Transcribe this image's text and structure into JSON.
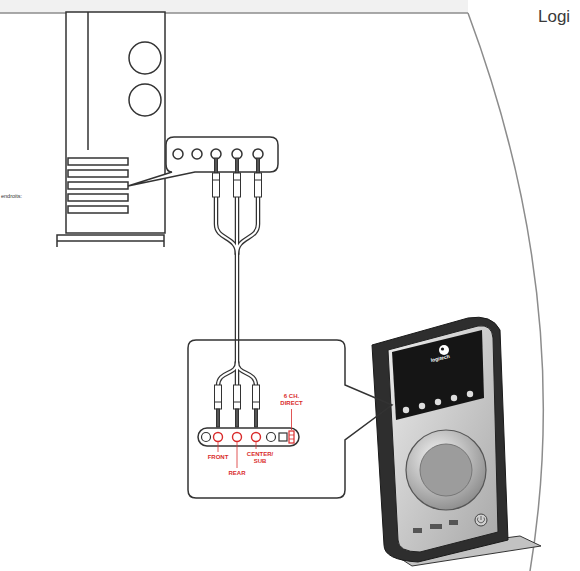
{
  "diagram": {
    "nodes": [
      {
        "text": [
          "6 CH. DIRECT",
          "FRONT",
          "CENTER/ SUB",
          "REAR"
        ]
      }
    ],
    "labels": [
      "Logi",
      "endroits:",
      "logitech"
    ]
  }
}
